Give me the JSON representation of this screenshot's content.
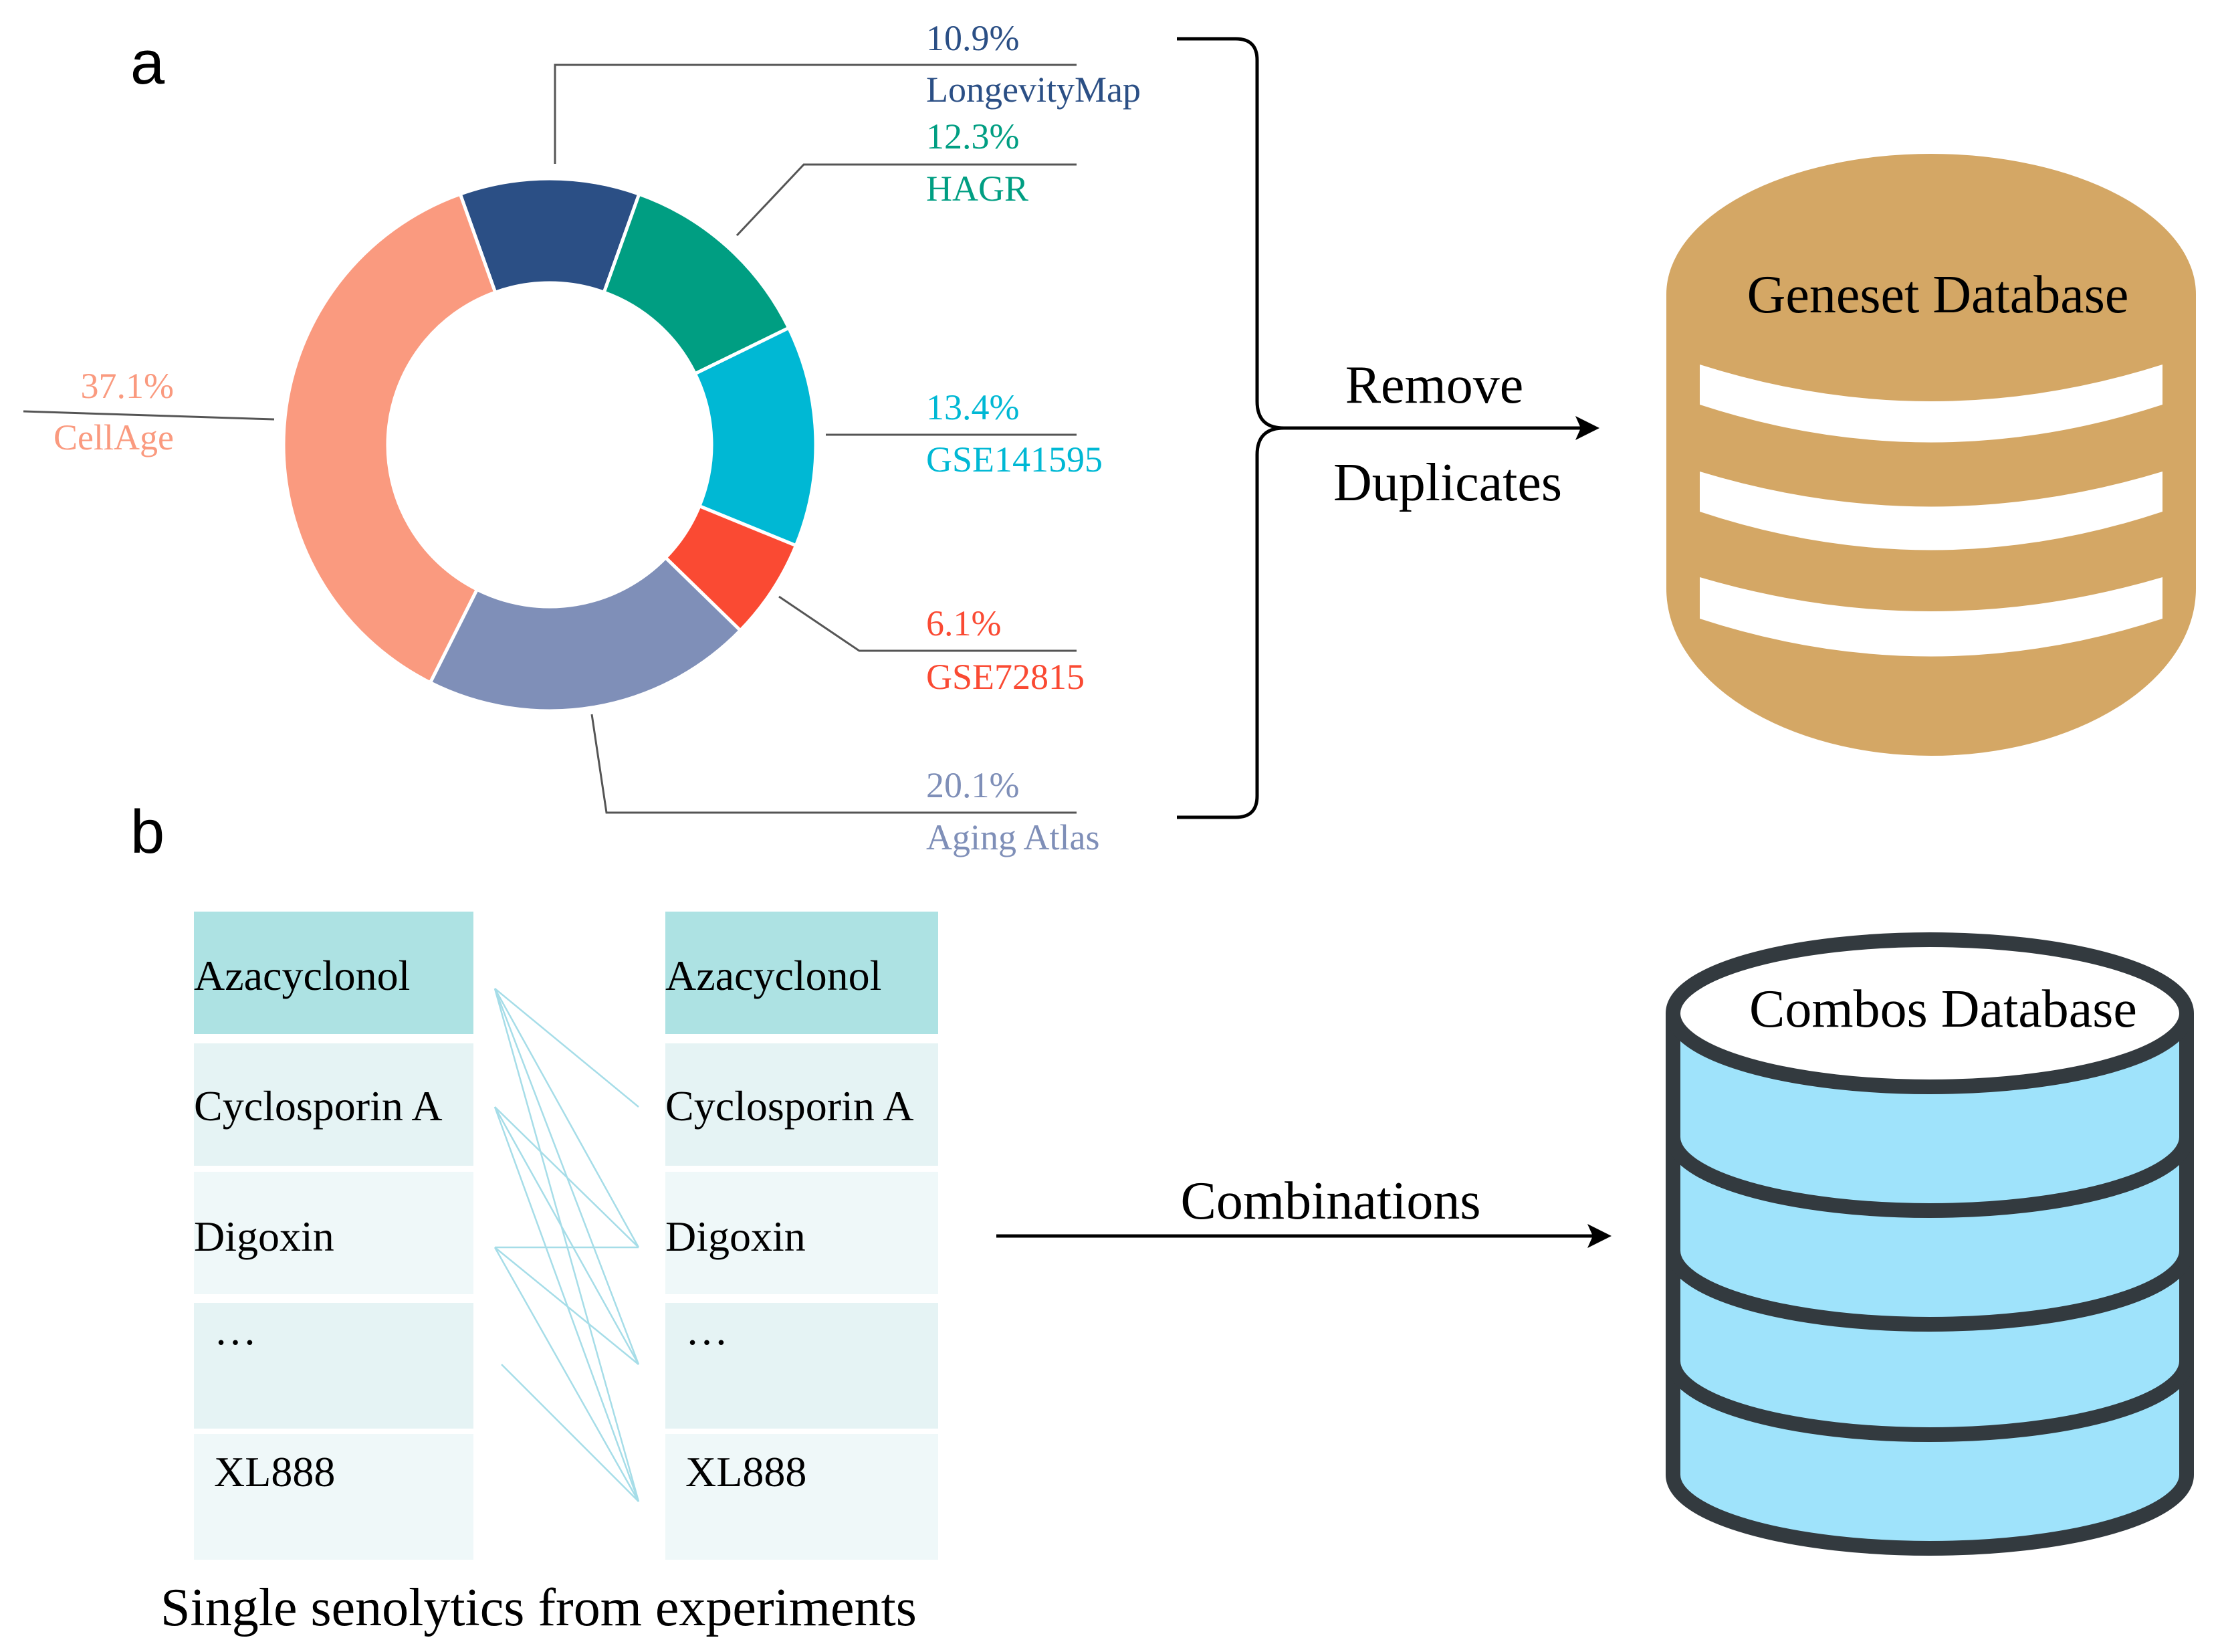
{
  "panel_a": {
    "label": "a",
    "chart_data": {
      "type": "pie",
      "categories": [
        "LongevityMap",
        "HAGR",
        "GSE141595",
        "GSE72815",
        "Aging Atlas",
        "CellAge"
      ],
      "values": [
        10.9,
        12.3,
        13.4,
        6.1,
        20.1,
        37.1
      ],
      "value_labels": [
        "10.9%",
        "12.3%",
        "13.4%",
        "6.1%",
        "20.1%",
        "37.1%"
      ],
      "colors": [
        "#2b4f85",
        "#009e82",
        "#00b8d4",
        "#fa4a33",
        "#7f8fb8",
        "#fa9a7f"
      ]
    },
    "arrow_label_line1": "Remove",
    "arrow_label_line2": "Duplicates",
    "database_label": "Geneset Database",
    "database_color": "#d4a765"
  },
  "panel_b": {
    "label": "b",
    "left_list": [
      "Azacyclonol",
      "Cyclosporin A",
      "Digoxin",
      "…",
      "XL888"
    ],
    "right_list": [
      "Azacyclonol",
      "Cyclosporin A",
      "Digoxin",
      "…",
      "XL888"
    ],
    "caption": "Single senolytics from experiments",
    "arrow_label": "Combinations",
    "database_label": "Combos Database",
    "database_color": "#9fe3fb"
  }
}
